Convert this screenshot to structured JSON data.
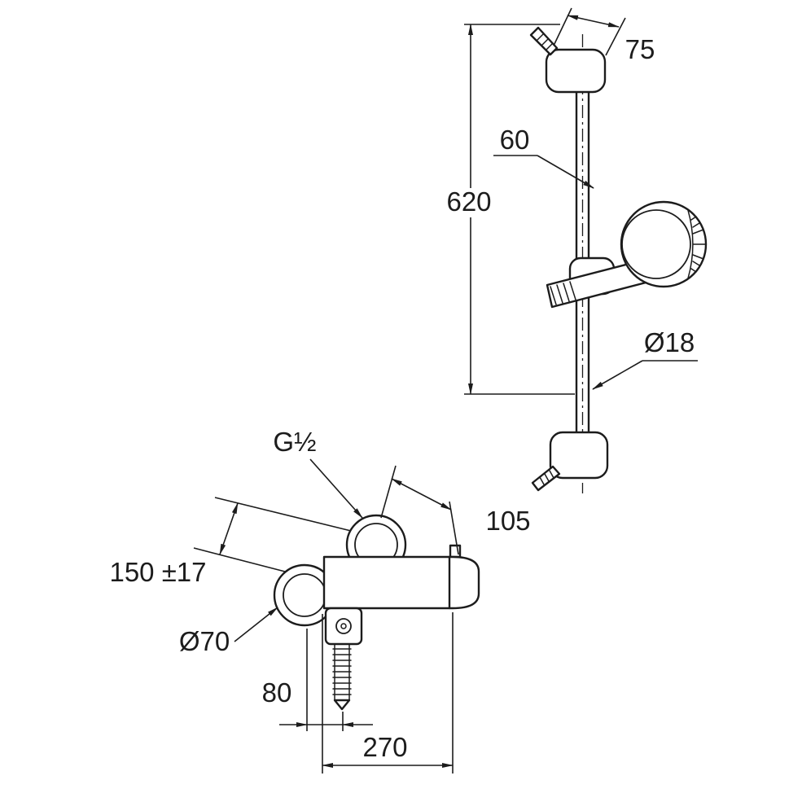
{
  "drawing": {
    "type": "technical-dimension-drawing",
    "subject": "shower set: wall bar with hand shower and thermostatic mixer",
    "colors": {
      "line": "#1c1c1c",
      "background": "#ffffff"
    },
    "labels": {
      "bracket_width": "75",
      "holder_offset": "60",
      "bar_length": "620",
      "bar_diameter": "Ø18",
      "thread_size": "G½",
      "upper_offset": "105",
      "center_distance": "150 ±17",
      "rosette_diameter": "Ø70",
      "outlet_offset": "80",
      "body_width": "270"
    }
  }
}
